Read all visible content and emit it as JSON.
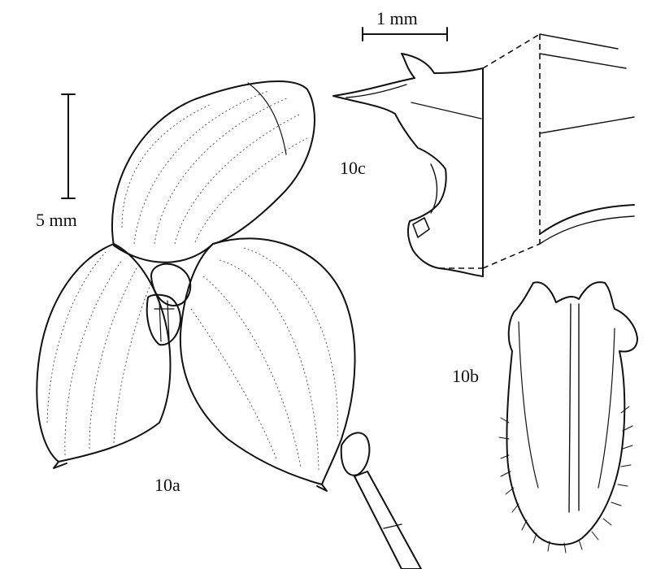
{
  "scale_bars": {
    "large": {
      "label": "5 mm"
    },
    "small": {
      "label": "1 mm"
    }
  },
  "figure_labels": {
    "a": "10a",
    "b": "10b",
    "c": "10c"
  },
  "colors": {
    "ink": "#111111",
    "paper": "#ffffff"
  }
}
